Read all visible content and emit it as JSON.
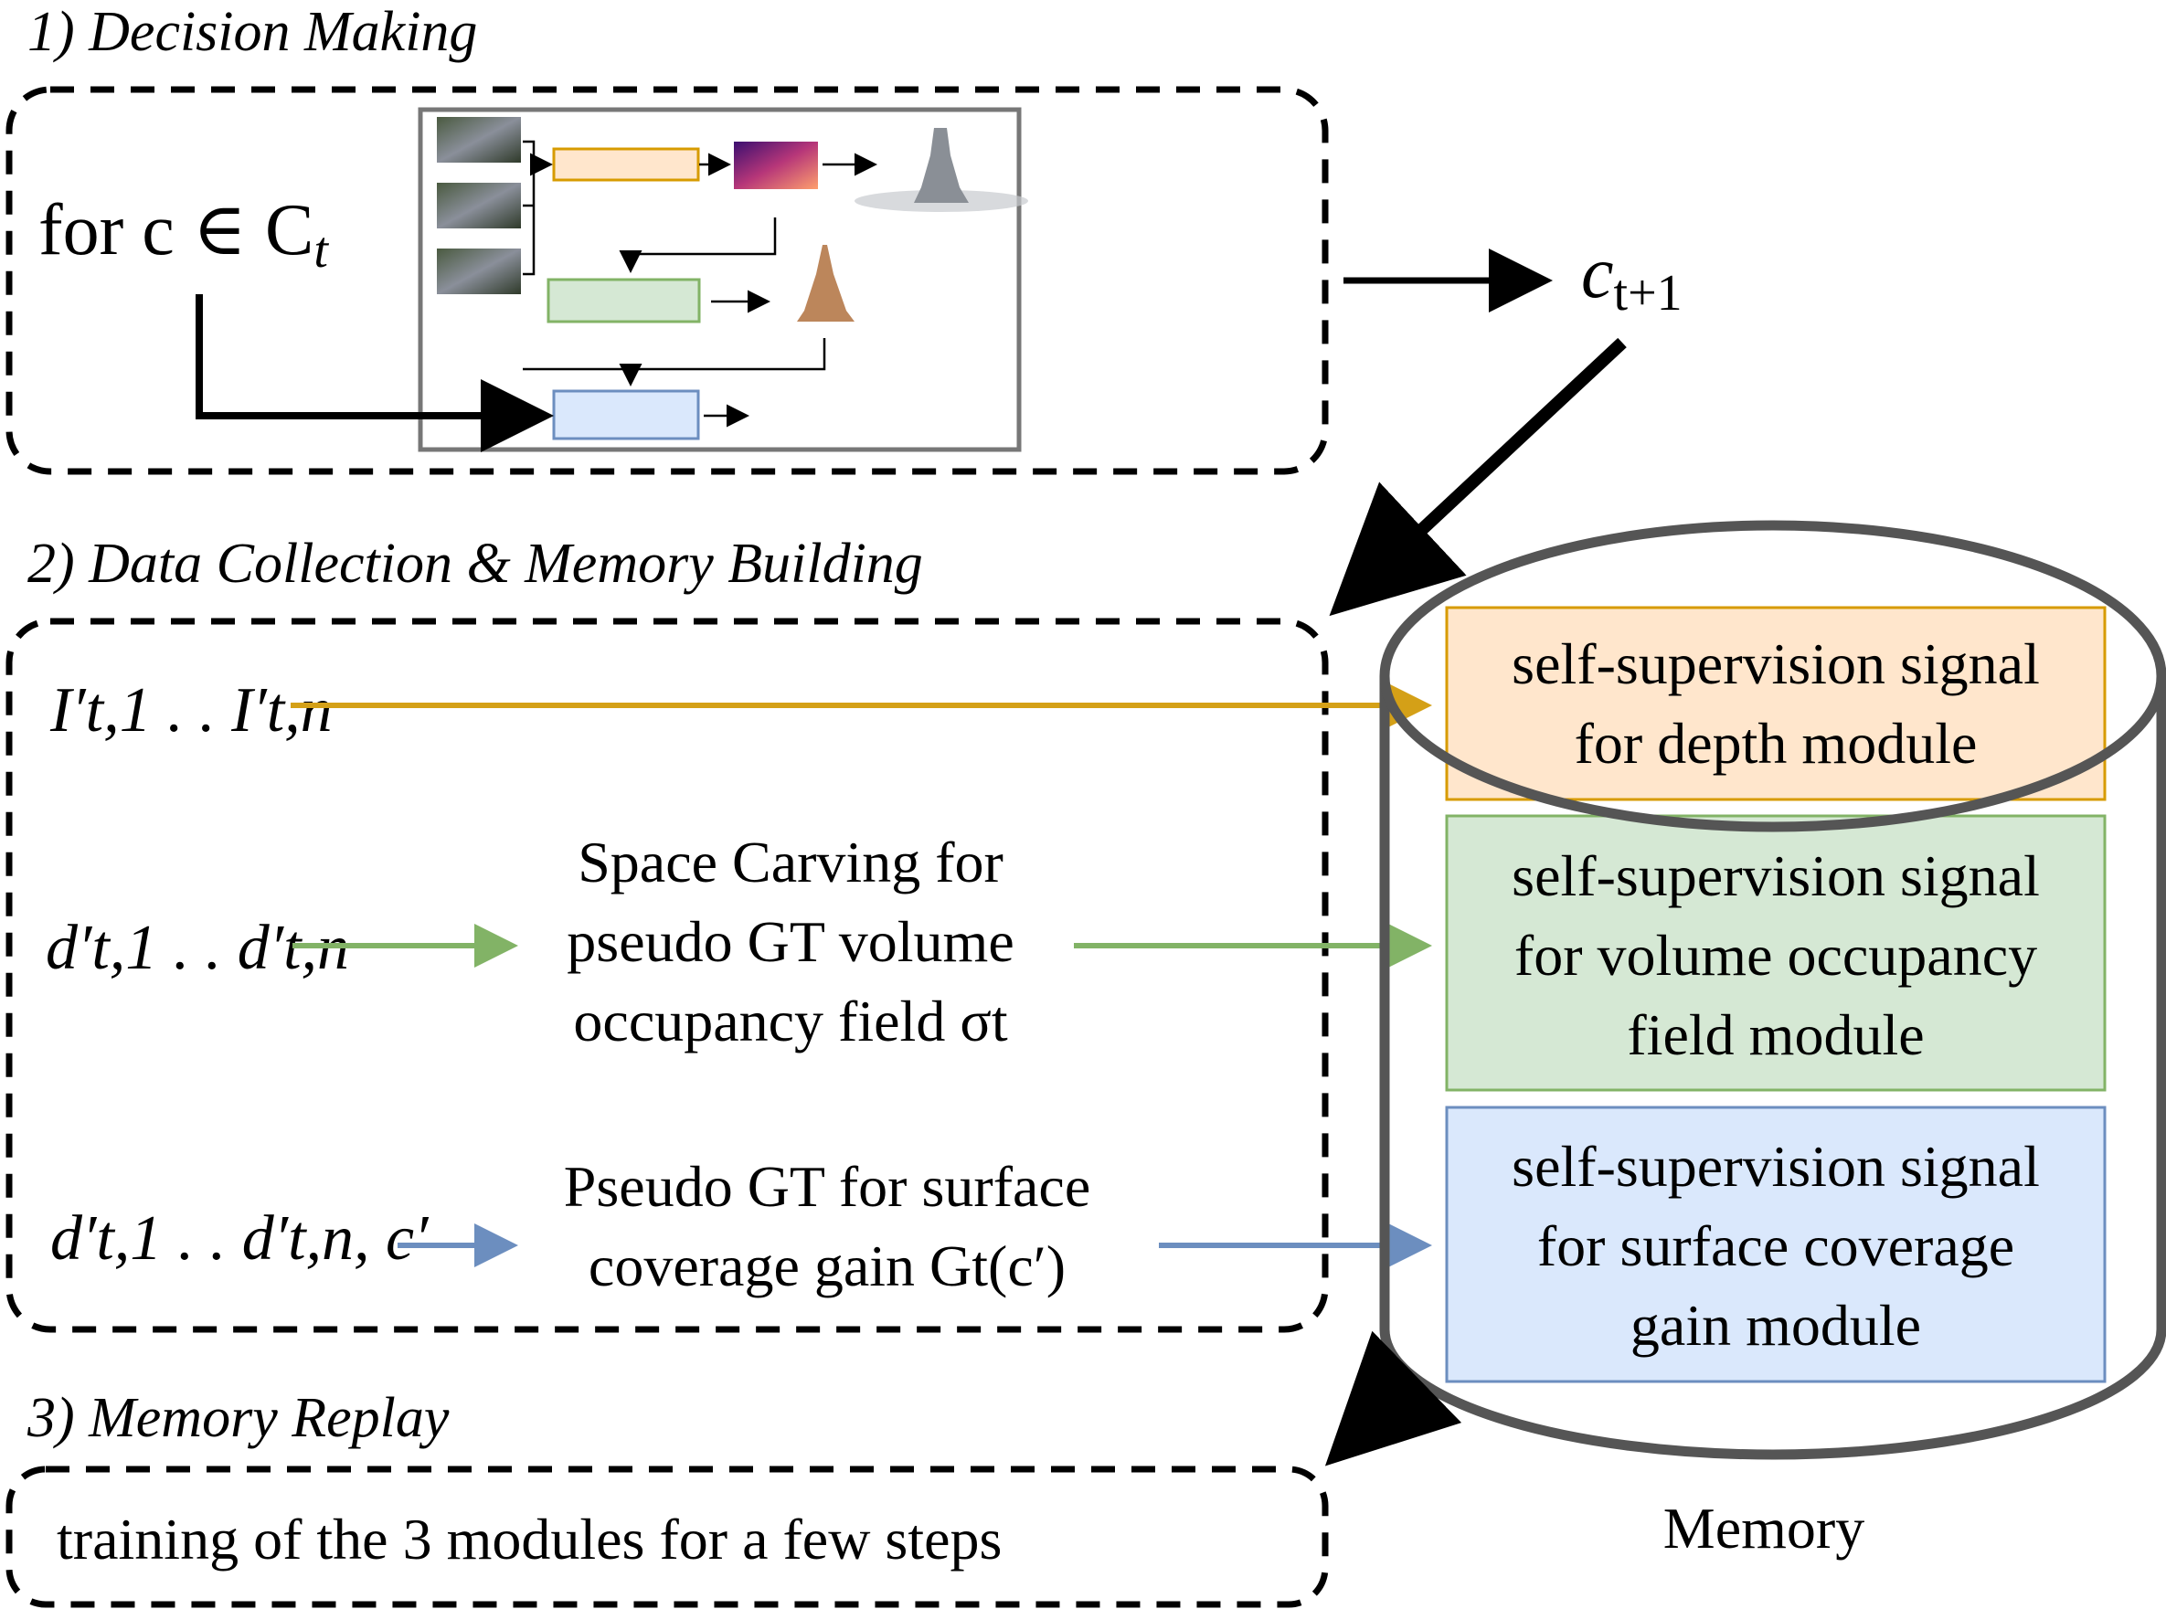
{
  "sections": {
    "decision": {
      "title": "1) Decision Making",
      "loop_text": "for c ∈ C",
      "loop_sub": "t"
    },
    "collection": {
      "title": "2) Data Collection & Memory Building"
    },
    "replay": {
      "title": "3) Memory Replay",
      "text": "training of the 3 modules for a few steps"
    }
  },
  "next_camera": {
    "base": "c",
    "sub": "t+1"
  },
  "rows": [
    {
      "input": "I′t,1 . . I′t,n",
      "color": "#d4a017"
    },
    {
      "input": "d′t,1 . . d′t,n",
      "process": [
        "Space Carving for",
        "pseudo GT volume",
        "occupancy field σt"
      ],
      "color": "#82b366"
    },
    {
      "input": "d′t,1 . . d′t,n, c′",
      "process": [
        "Pseudo GT for surface",
        "coverage gain Gt(c′)"
      ],
      "color": "#6c8ebf"
    }
  ],
  "memory": {
    "label": "Memory",
    "boxes": [
      {
        "lines": [
          "self-supervision signal",
          "for depth module"
        ],
        "fill": "#ffe6cc",
        "stroke": "#d79b00"
      },
      {
        "lines": [
          "self-supervision signal",
          "for volume occupancy",
          "field module"
        ],
        "fill": "#d5e8d4",
        "stroke": "#82b366"
      },
      {
        "lines": [
          "self-supervision signal",
          "for surface coverage",
          "gain module"
        ],
        "fill": "#dae8fc",
        "stroke": "#6c8ebf"
      }
    ]
  }
}
